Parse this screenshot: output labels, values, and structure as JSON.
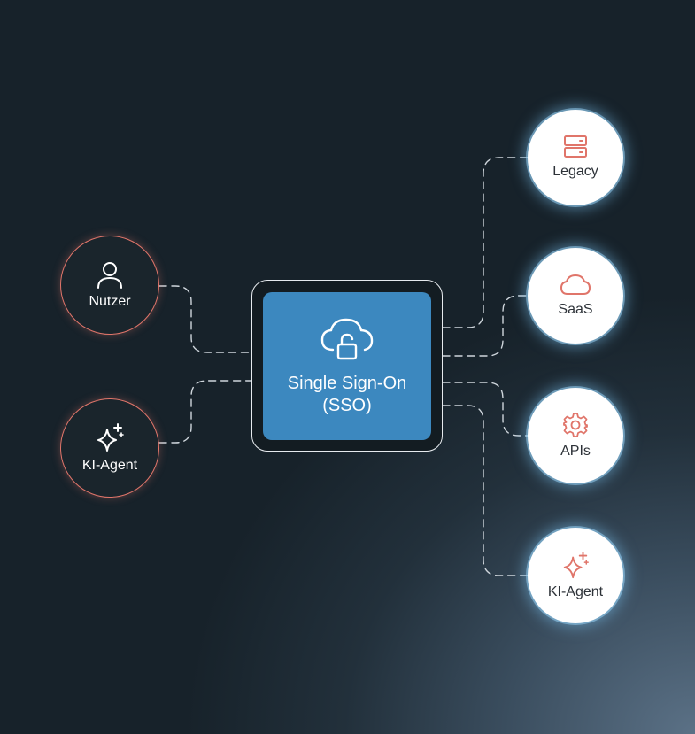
{
  "center": {
    "title_line1": "Single Sign-On",
    "title_line2": "(SSO)",
    "icon": "cloud-lock-icon"
  },
  "sources": [
    {
      "label": "Nutzer",
      "icon": "user-icon"
    },
    {
      "label": "KI-Agent",
      "icon": "sparkle-icon"
    }
  ],
  "targets": [
    {
      "label": "Legacy",
      "icon": "server-icon"
    },
    {
      "label": "SaaS",
      "icon": "cloud-icon"
    },
    {
      "label": "APIs",
      "icon": "gear-icon"
    },
    {
      "label": "KI-Agent",
      "icon": "sparkle-icon"
    }
  ],
  "colors": {
    "background": "#17222a",
    "sso_box": "#3c88bf",
    "accent_red": "#e0756a",
    "glow_blue": "#78bee9",
    "connector": "#cfd6dc"
  }
}
